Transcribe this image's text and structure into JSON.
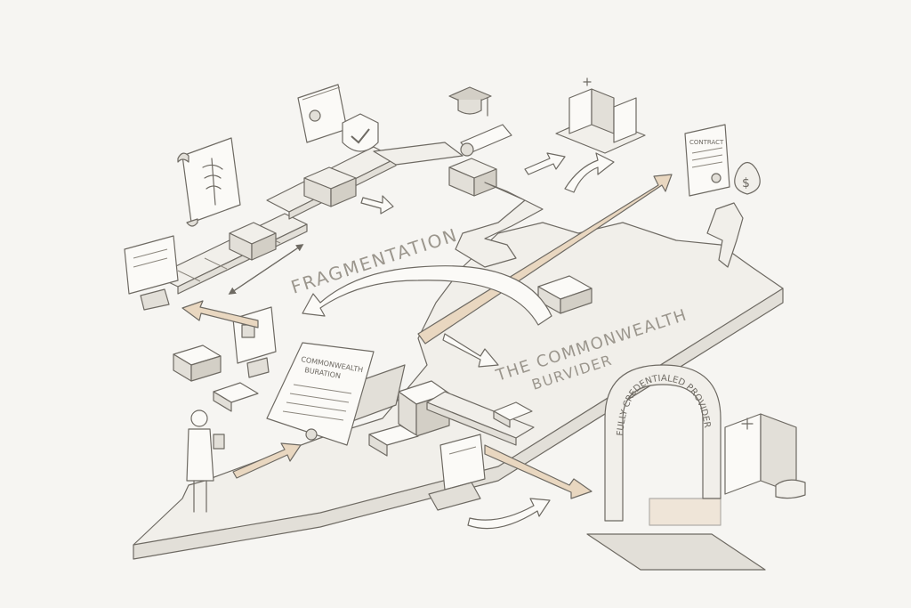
{
  "labels": {
    "fragmentation": "FRAGMENTATION",
    "commonwealth_line1": "THE COMMONWEALTH",
    "commonwealth_line2": "BURVIDER",
    "arch_text": "FULLY CREDENTIALED PROVIDER",
    "document_title_line1": "COMMONWEALTH",
    "document_title_line2": "BURATION",
    "contract": "CONTRACT",
    "dollar": "$"
  },
  "colors": {
    "background": "#f6f5f2",
    "ink": "#6e6a63",
    "platform_top": "#f1efea",
    "platform_side": "#e2dfd8",
    "accent_tan": "#e9d7c0",
    "accent_teal": "#cfe3dc"
  },
  "icons": [
    "caduceus-icon",
    "id-card-icon",
    "shield-check-icon",
    "graduation-cap-icon",
    "diploma-icon",
    "hospital-icon",
    "contract-icon",
    "money-bag-icon",
    "computer-monitor-icon",
    "document-stack-icon",
    "physician-icon",
    "arch-gateway-icon"
  ]
}
